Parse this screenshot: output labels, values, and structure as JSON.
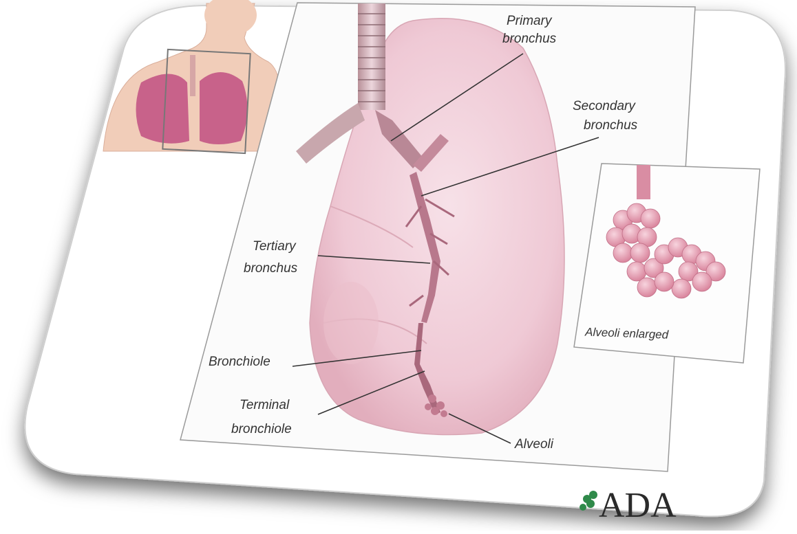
{
  "diagram": {
    "labels": {
      "primary_bronchus": [
        "Primary",
        "bronchus"
      ],
      "secondary_bronchus": [
        "Secondary",
        "bronchus"
      ],
      "tertiary_bronchus": [
        "Tertiary",
        "bronchus"
      ],
      "bronchiole": "Bronchiole",
      "terminal_bronchiole": [
        "Terminal",
        "bronchiole"
      ],
      "alveoli": "Alveoli",
      "alveoli_enlarged": "Alveoli enlarged"
    },
    "logo": "ADA",
    "colors": {
      "lung": "#f3d3dc",
      "lung_shade": "#e7b6c4",
      "bronchus": "#c98a9d",
      "skin": "#f1cdb9",
      "alveoli": "#e39aae",
      "logo_mark": "#2f8a4a"
    }
  }
}
